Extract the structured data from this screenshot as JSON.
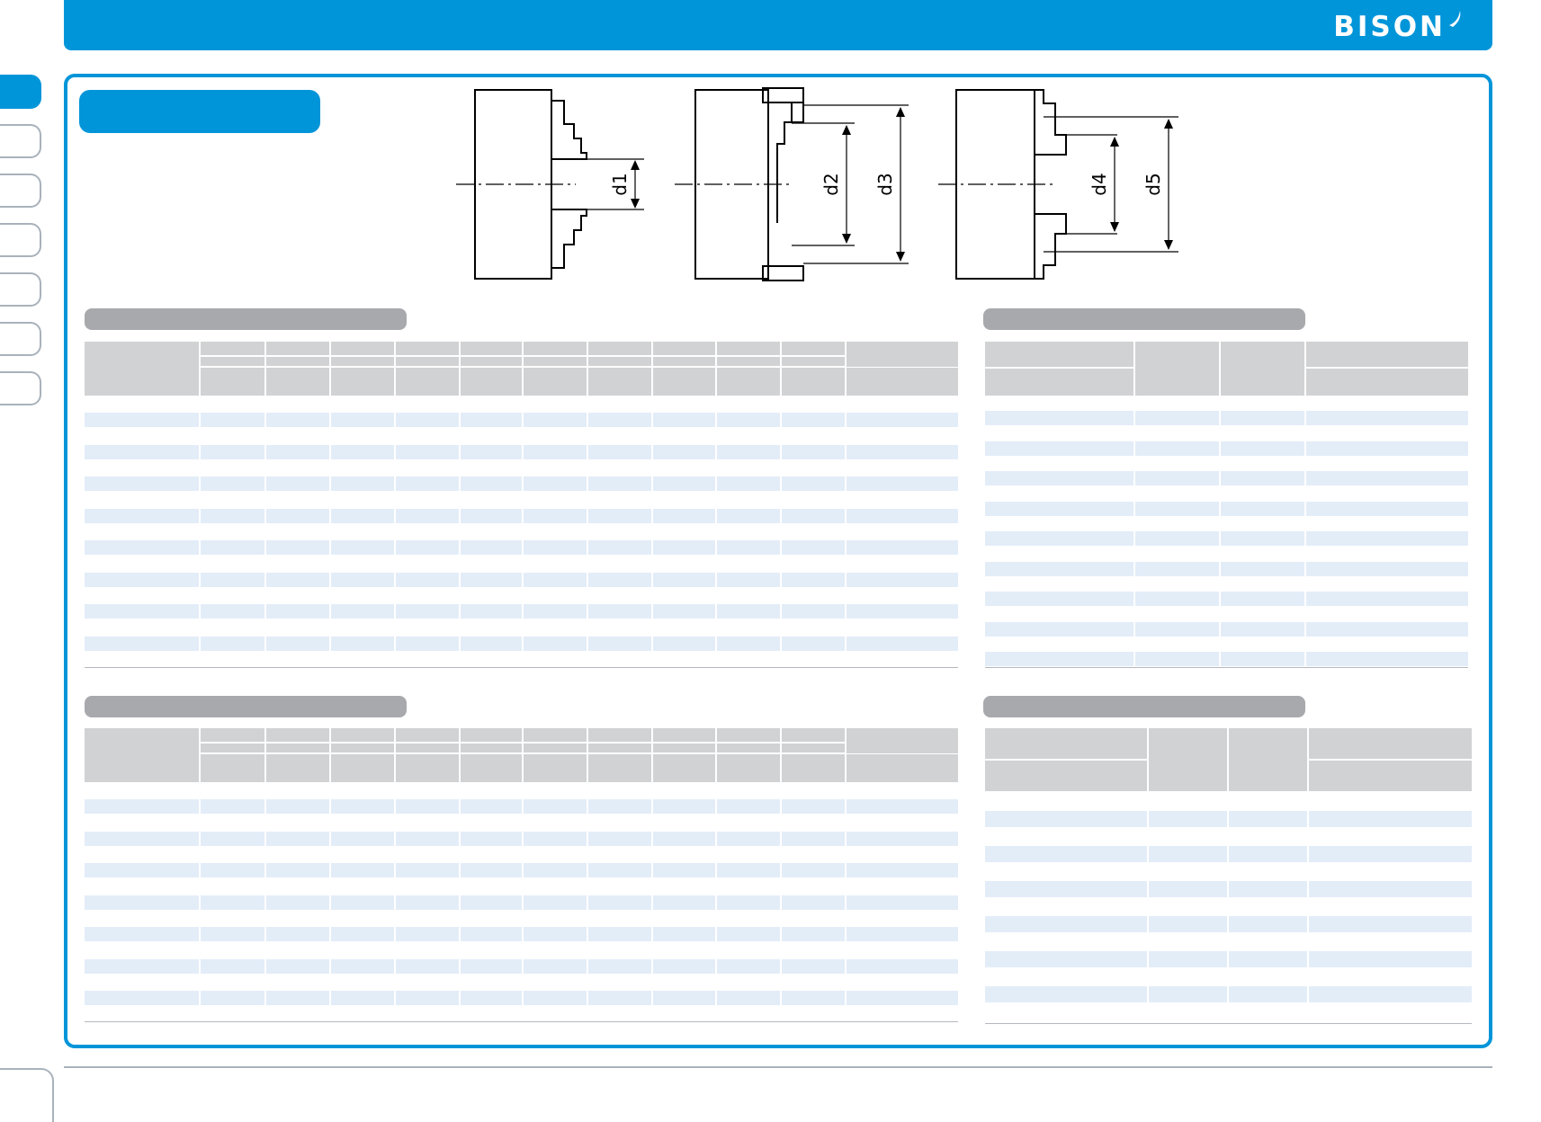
{
  "header": {
    "brand": "BISON"
  },
  "diagram": {
    "labels": [
      "d1",
      "d2",
      "d3",
      "d4",
      "d5"
    ]
  },
  "sidebar": {
    "tab_count": 7,
    "active_index": 0
  },
  "colors": {
    "brand_blue": "#0095d9",
    "header_gray": "#d1d2d4",
    "row_blue": "#e3edf8",
    "pill_gray": "#a8a9ad"
  }
}
